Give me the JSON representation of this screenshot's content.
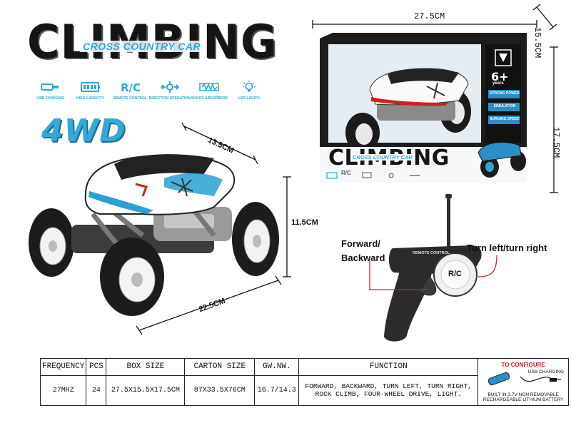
{
  "header": {
    "title": "CLIMBING",
    "subtitle": "CROSS COUNTRY CAR",
    "badge": "4WD"
  },
  "features": [
    {
      "label": "USB CHARGING",
      "icon": "usb-icon"
    },
    {
      "label": "HIGH CAPACITY",
      "icon": "battery-icon"
    },
    {
      "label": "REMOTE CONTROL",
      "icon": "rc-icon"
    },
    {
      "label": "DIRECTION OPERATION",
      "icon": "direction-icon"
    },
    {
      "label": "SHOCK ABSORBERS",
      "icon": "shock-absorber-icon"
    },
    {
      "label": "LED LIGHTS",
      "icon": "led-light-icon"
    }
  ],
  "dimensions": {
    "car_width": "13.5CM",
    "car_height": "11.5CM",
    "car_length": "22.5CM",
    "box_length": "27.5CM",
    "box_depth": "15.5CM",
    "box_height": "17.5CM"
  },
  "box": {
    "title": "CLIMBING",
    "subtitle": "CROSS COUNTRY CAR",
    "age": "6+",
    "age_unit": "years",
    "tags": [
      "STRONG POWER",
      "SIMULATION",
      "SURGING SPEED"
    ],
    "rc_text": "R/C"
  },
  "remote": {
    "forward_label": "Forward/",
    "backward_label": "Backward",
    "turn_label": "Turn left/turn right",
    "brand_text": "REMOTE CONTROL",
    "rc_text": "R/C"
  },
  "colors": {
    "accent_blue": "#36a8d6",
    "red": "#d02020",
    "dark": "#151515"
  },
  "spec_table": {
    "headers": [
      "FREQUENCY",
      "PCS",
      "BOX SIZE",
      "CARTON SIZE",
      "GW.NW.",
      "FUNCTION"
    ],
    "values": [
      "27MHZ",
      "24",
      "27.5X15.5X17.5CM",
      "87X33.5X76CM",
      "16.7/14.3"
    ],
    "function_lines": [
      "FORWARD, BACKWARD, TURN LEFT, TURN RIGHT,",
      "ROCK CLIMB, FOUR-WHEEL DRIVE, LIGHT."
    ],
    "configure": {
      "title": "TO CONFIGURE",
      "cable_label": "USB CHARGING",
      "battery_line1": "BUILT IN 3.7V NON REMOVABLE",
      "battery_line2": "RECHARGEABLE LITHIUM BATTERY"
    }
  }
}
